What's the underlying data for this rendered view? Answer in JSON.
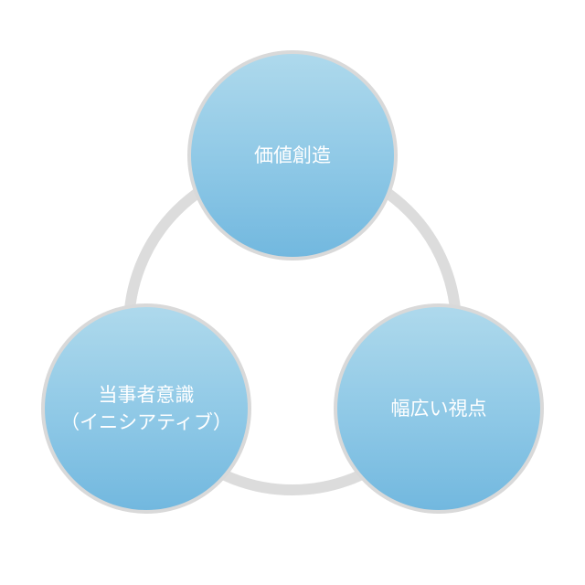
{
  "diagram": {
    "nodes": [
      {
        "lines": [
          "価値創造"
        ]
      },
      {
        "lines": [
          "当事者意識",
          "（イニシアティブ）"
        ]
      },
      {
        "lines": [
          "幅広い視点"
        ]
      }
    ],
    "colors": {
      "ring": "#dcdcdc",
      "node_border": "#d9d9d9",
      "node_fill_top": "#aed9ec",
      "node_fill_bottom": "#72b8df",
      "text": "#ffffff"
    }
  }
}
